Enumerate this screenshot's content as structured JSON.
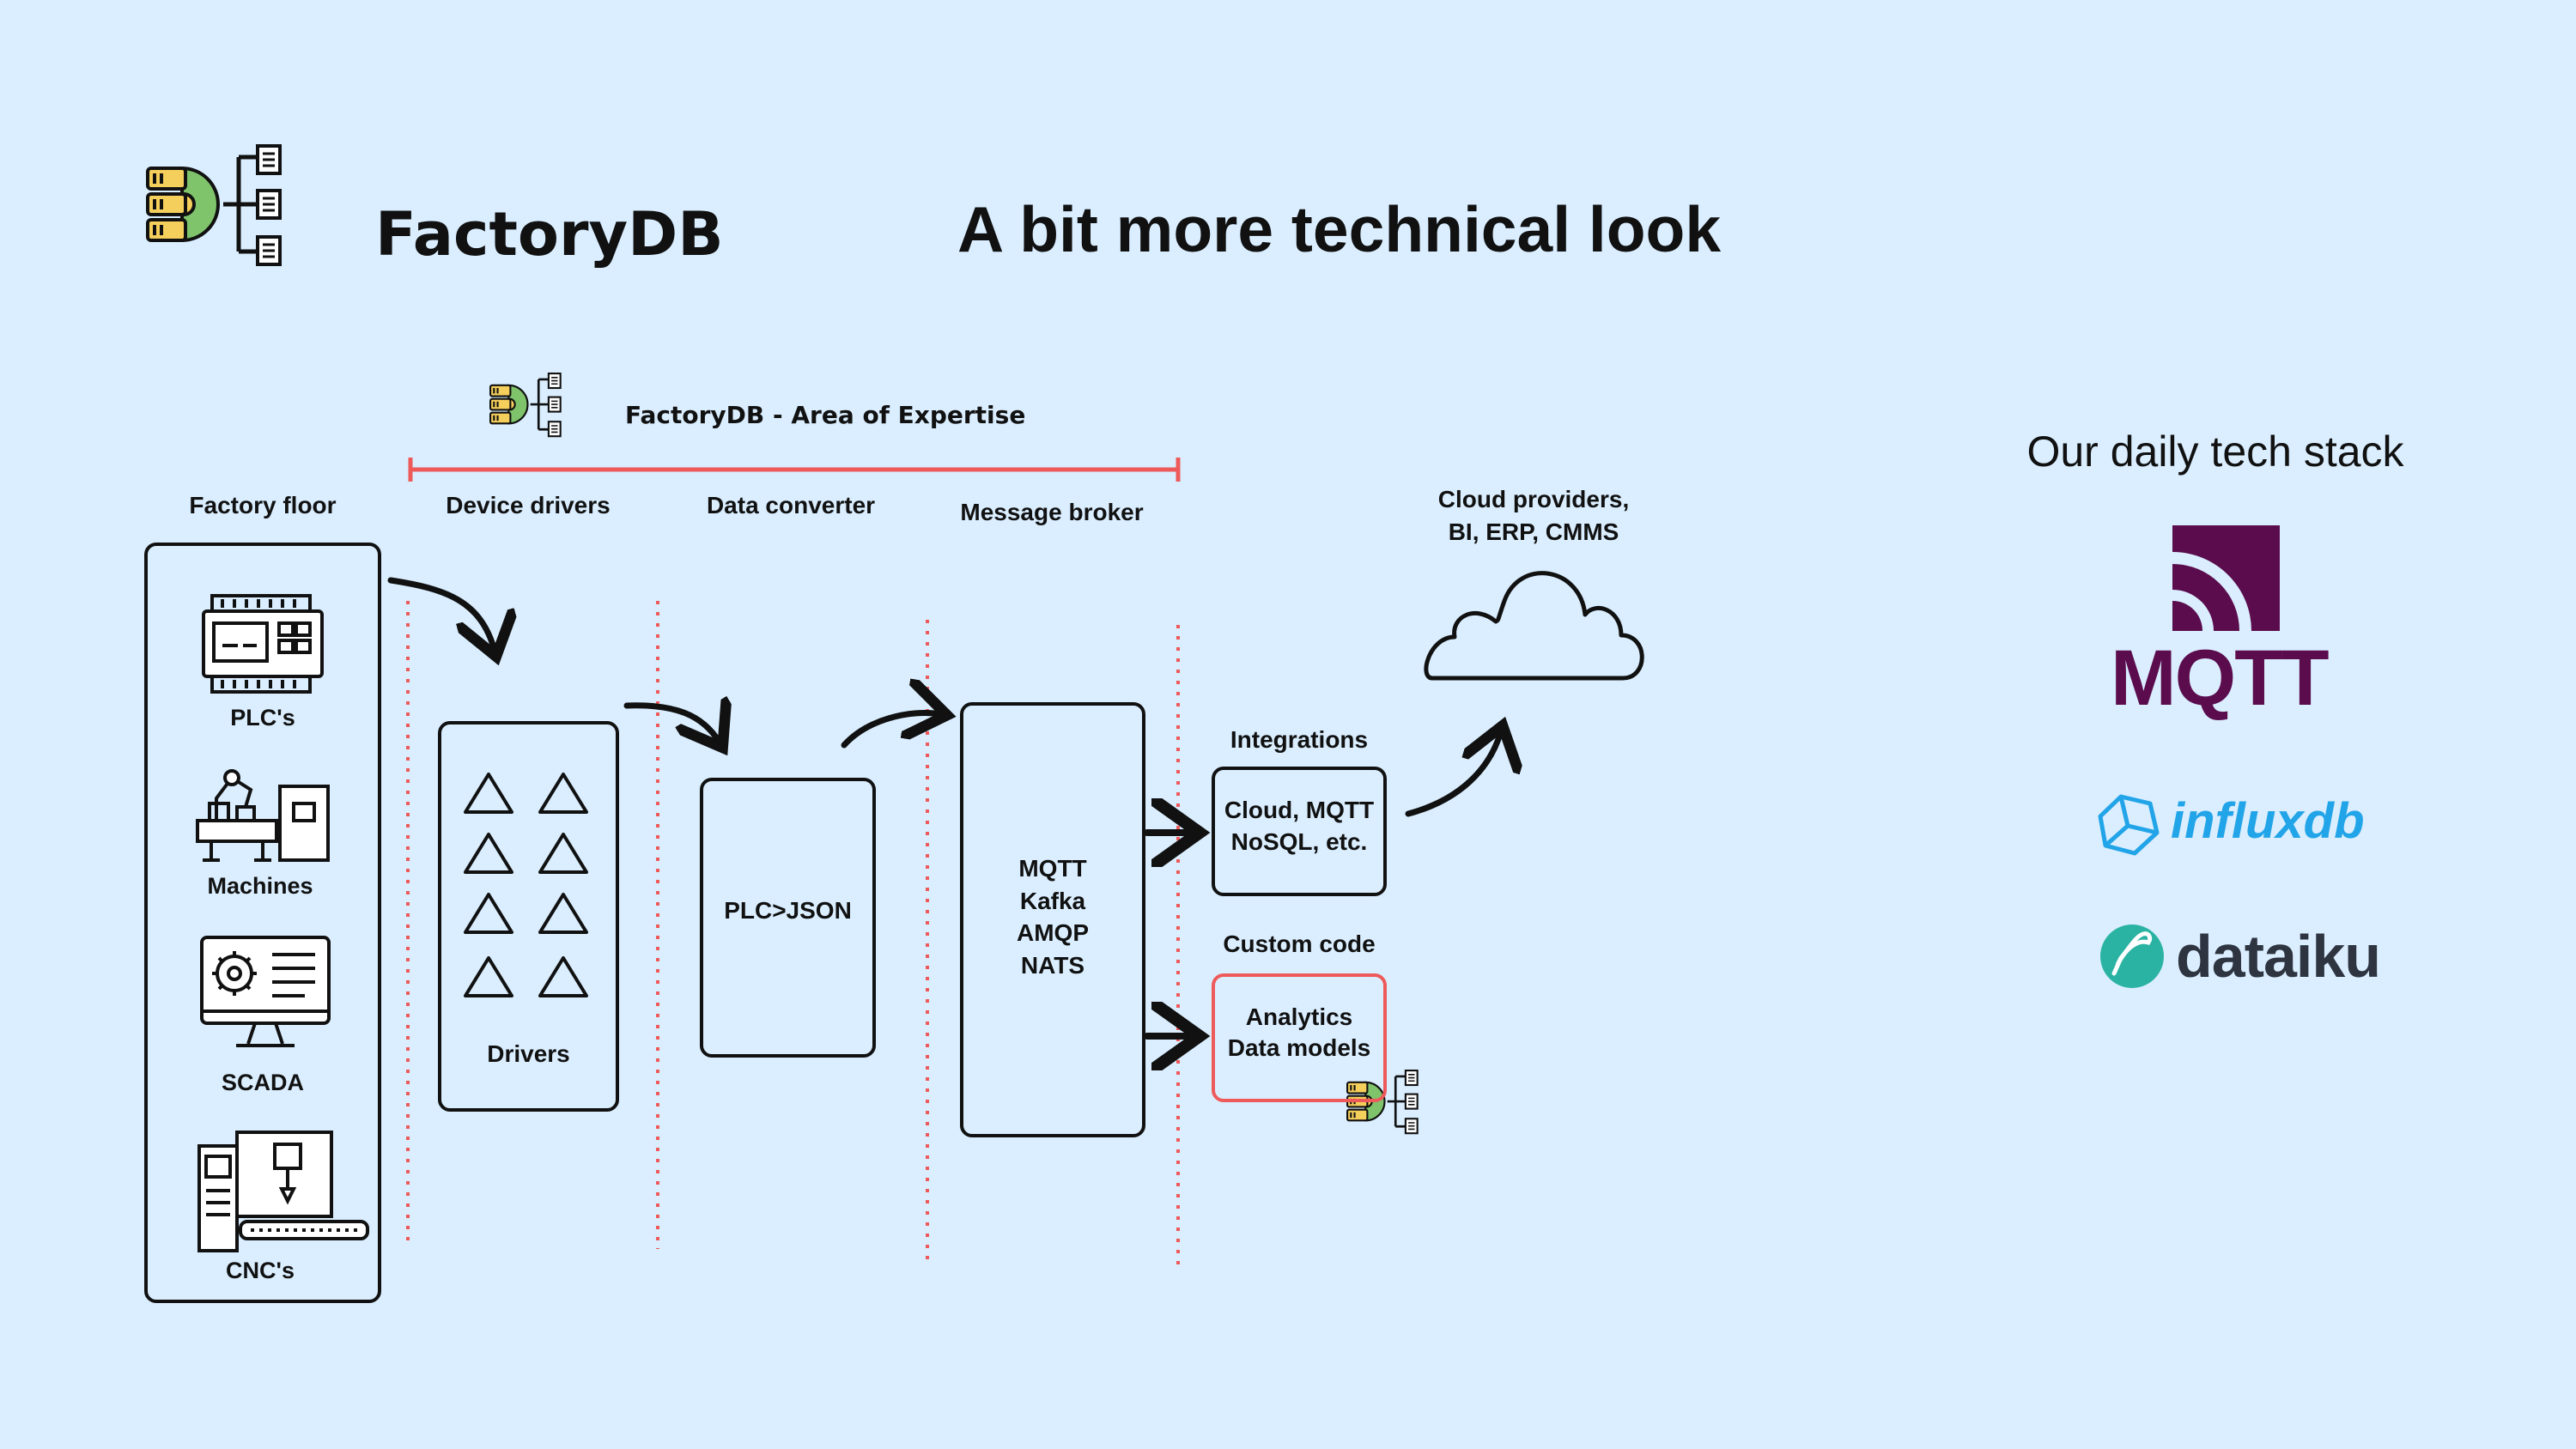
{
  "header": {
    "brand_name": "FactoryDB",
    "title": "A bit more technical look"
  },
  "expertise": {
    "label": "FactoryDB - Area of Expertise"
  },
  "columns": {
    "factory_floor": "Factory floor",
    "device_drivers": "Device drivers",
    "data_converter": "Data converter",
    "message_broker": "Message broker",
    "cloud": "Cloud providers,",
    "cloud_line2": "BI, ERP, CMMS"
  },
  "factory_items": [
    "PLC's",
    "Machines",
    "SCADA",
    "CNC's"
  ],
  "drivers_box": {
    "label": "Drivers"
  },
  "converter_box": {
    "label": "PLC>JSON"
  },
  "broker_box": {
    "lines": [
      "MQTT",
      "Kafka",
      "AMQP",
      "NATS"
    ]
  },
  "integrations": {
    "heading": "Integrations",
    "line1": "Cloud, MQTT",
    "line2": "NoSQL, etc."
  },
  "custom_code": {
    "heading": "Custom code",
    "line1": "Analytics",
    "line2": "Data models"
  },
  "tech_stack": {
    "heading": "Our daily tech stack",
    "items": [
      {
        "name": "MQTT",
        "color": "#5b0c4d"
      },
      {
        "name": "influxdb",
        "color": "#22a4e8"
      },
      {
        "name": "dataiku",
        "color": "#2e3440"
      }
    ]
  },
  "colors": {
    "background": "#daeeff",
    "accent_red": "#ee5a5a",
    "logo_yellow": "#f5cf5b",
    "logo_green": "#7fc36b",
    "mqtt_purple": "#5b0c4d",
    "influx_blue": "#22a4e8",
    "dataiku_teal": "#2ab3a3"
  }
}
